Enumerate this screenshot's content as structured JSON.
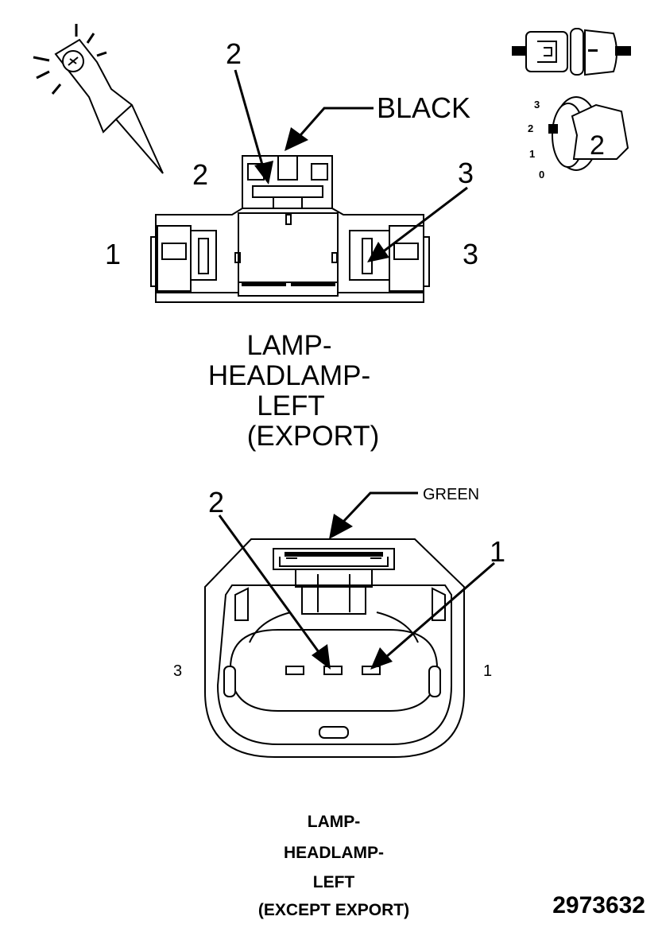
{
  "connector_top": {
    "color_label": "BLACK",
    "arrow_labels": {
      "pin2": "2",
      "pin3": "3"
    },
    "pin_labels": {
      "left": "1",
      "top": "2",
      "right": "3"
    },
    "caption": [
      "LAMP-",
      "HEADLAMP-",
      "LEFT",
      "(EXPORT)"
    ]
  },
  "connector_bottom": {
    "color_label": "GREEN",
    "arrow_labels": {
      "pin2": "2",
      "pin1": "1"
    },
    "pin_labels": {
      "left": "3",
      "right": "1"
    },
    "caption": [
      "LAMP-",
      "HEADLAMP-",
      "LEFT",
      "(EXCEPT EXPORT)"
    ]
  },
  "key_icon": {
    "position_marks": [
      "3",
      "2",
      "1",
      "0"
    ],
    "key_number": "2"
  },
  "figure_id": "2973632"
}
